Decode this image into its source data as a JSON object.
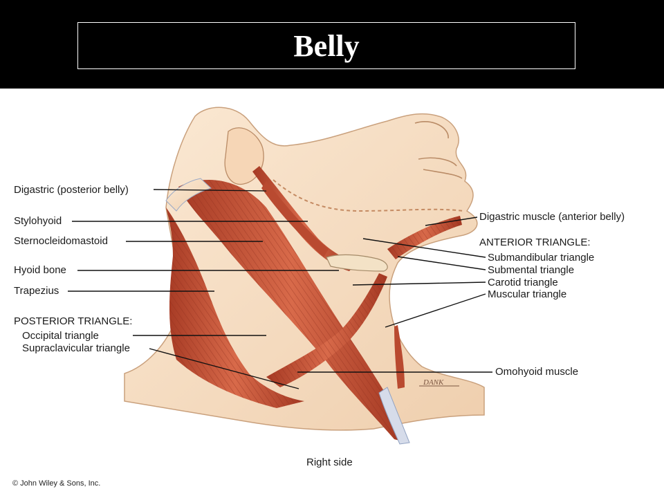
{
  "slide": {
    "title": "Belly"
  },
  "labels": {
    "digastric_posterior": "Digastric  (posterior belly)",
    "stylohyoid": "Stylohyoid",
    "sternocleidomastoid": "Sternocleidomastoid",
    "hyoid_bone": "Hyoid bone",
    "trapezius": "Trapezius",
    "posterior_triangle": "POSTERIOR TRIANGLE:",
    "occipital_triangle": "Occipital triangle",
    "supraclavicular_triangle": "Supraclavicular triangle",
    "digastric_anterior": "Digastric muscle (anterior belly)",
    "anterior_triangle": "ANTERIOR TRIANGLE:",
    "submandibular_triangle": "Submandibular triangle",
    "submental_triangle": "Submental triangle",
    "carotid_triangle": "Carotid triangle",
    "muscular_triangle": "Muscular triangle",
    "omohyoid_muscle": "Omohyoid muscle",
    "right_side": "Right side",
    "artist_signature": "DANK"
  },
  "footer": {
    "copyright": "© John Wiley & Sons, Inc."
  },
  "colors": {
    "header_bg": "#000000",
    "muscle": "#c8573a",
    "skin": "#f5dcc0",
    "tendon": "#cdd6e6"
  }
}
